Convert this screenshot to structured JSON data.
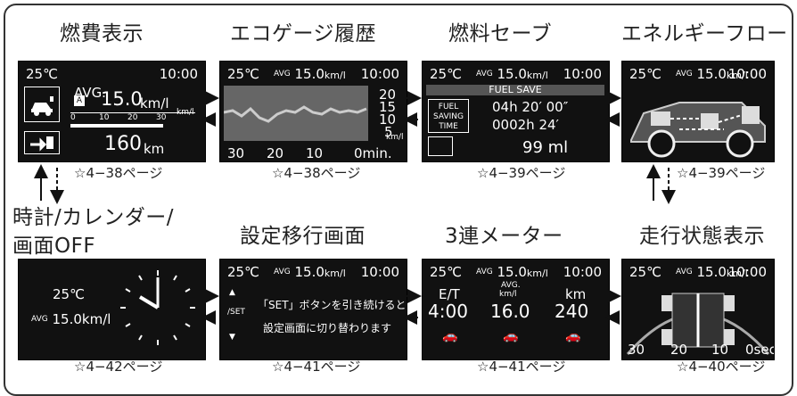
{
  "titles": {
    "fuel_display": "燃費表示",
    "eco_history": "エコゲージ履歴",
    "fuel_save": "燃料セーブ",
    "energy_flow": "エネルギーフロー",
    "clock": "時計/カレンダー/\n画面OFF",
    "settings_transition": "設定移行画面",
    "triple_meter": "3連メーター",
    "driving_state": "走行状態表示"
  },
  "captions": {
    "fuel_display": "☆4−38ページ",
    "eco_history": "☆4−38ページ",
    "fuel_save": "☆4−39ページ",
    "energy_flow": "☆4−39ページ",
    "clock": "☆4−42ページ",
    "settings_transition": "☆4−41ページ",
    "triple_meter": "☆4−41ページ",
    "driving_state": "☆4−40ページ"
  },
  "header": {
    "temp": "25℃",
    "time": "10:00",
    "avg_badge": "AVG",
    "fuel_avg": "15.0",
    "fuel_unit": "km/l"
  },
  "fuel_display": {
    "avg_label": "AVG.",
    "avg_value": "15.0",
    "avg_unit": "km/l",
    "scale_ticks": [
      "0",
      "10",
      "20",
      "30",
      "km/l"
    ],
    "range_value": "160",
    "range_unit": "km"
  },
  "eco_history": {
    "y_ticks": [
      "20",
      "15",
      "10",
      "5",
      "km/l"
    ],
    "x_ticks": [
      "30",
      "20",
      "10",
      "0min."
    ]
  },
  "fuel_save": {
    "banner": "FUEL SAVE",
    "label": "FUEL\nSAVING\nTIME",
    "time_current": "04h 20′ 00″",
    "time_total": "0002h 24′",
    "amount": "99 ml"
  },
  "settings_transition": {
    "line1": "「SET」ボタンを引き続けると",
    "line2": "設定画面に切り替わります",
    "set_label": "/SET"
  },
  "triple_meter": {
    "label_et": "E/T",
    "label_avg": "AVG.",
    "label_km": "km",
    "label_kml": "km/l",
    "value_time": "4:00",
    "value_avg": "16.0",
    "value_km": "240"
  },
  "driving_state": {
    "scale": [
      "30",
      "20",
      "10",
      "0sec."
    ]
  },
  "clock": {
    "temp": "25℃",
    "avg_value": "15.0km/l"
  },
  "colors": {
    "screen_bg": "#111111",
    "accent_green": "#9fd86a"
  }
}
